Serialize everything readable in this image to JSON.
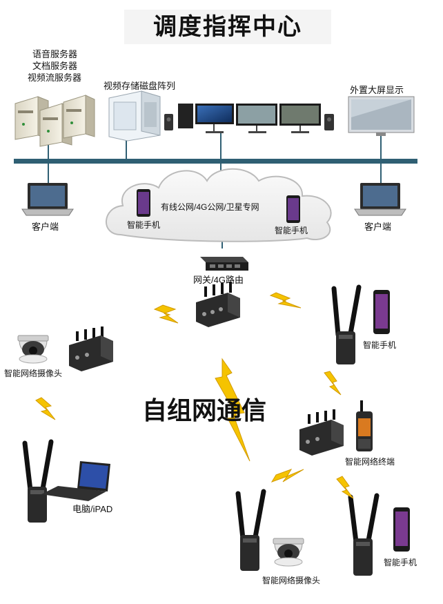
{
  "title": "调度指挥中心",
  "servers": {
    "label_line1": "语音服务器",
    "label_line2": "文档服务器",
    "label_line3": "视频流服务器"
  },
  "storage_label": "视频存储磁盘阵列",
  "big_screen_label": "外置大屏显示",
  "client_left_label": "客户端",
  "client_right_label": "客户端",
  "cloud": {
    "network_label": "有线公网/4G公网/卫星专网",
    "phone_left_label": "智能手机",
    "phone_right_label": "智能手机"
  },
  "gateway_label": "网关/4G路由",
  "mesh_label": "自组网通信",
  "nodes": {
    "camera_left_label": "智能网络摄像头",
    "phone_right_top_label": "智能手机",
    "terminal_label": "智能网络终端",
    "laptop_label": "电脑/iPAD",
    "camera_bottom_label": "智能网络摄像头",
    "phone_bottom_right_label": "智能手机"
  },
  "colors": {
    "bus": "#2f5f73",
    "lightning": "#f5c300",
    "device_dark": "#2b2b2b",
    "cloud_fill": "#f2f2f2",
    "cloud_stroke": "#bbbbbb"
  }
}
